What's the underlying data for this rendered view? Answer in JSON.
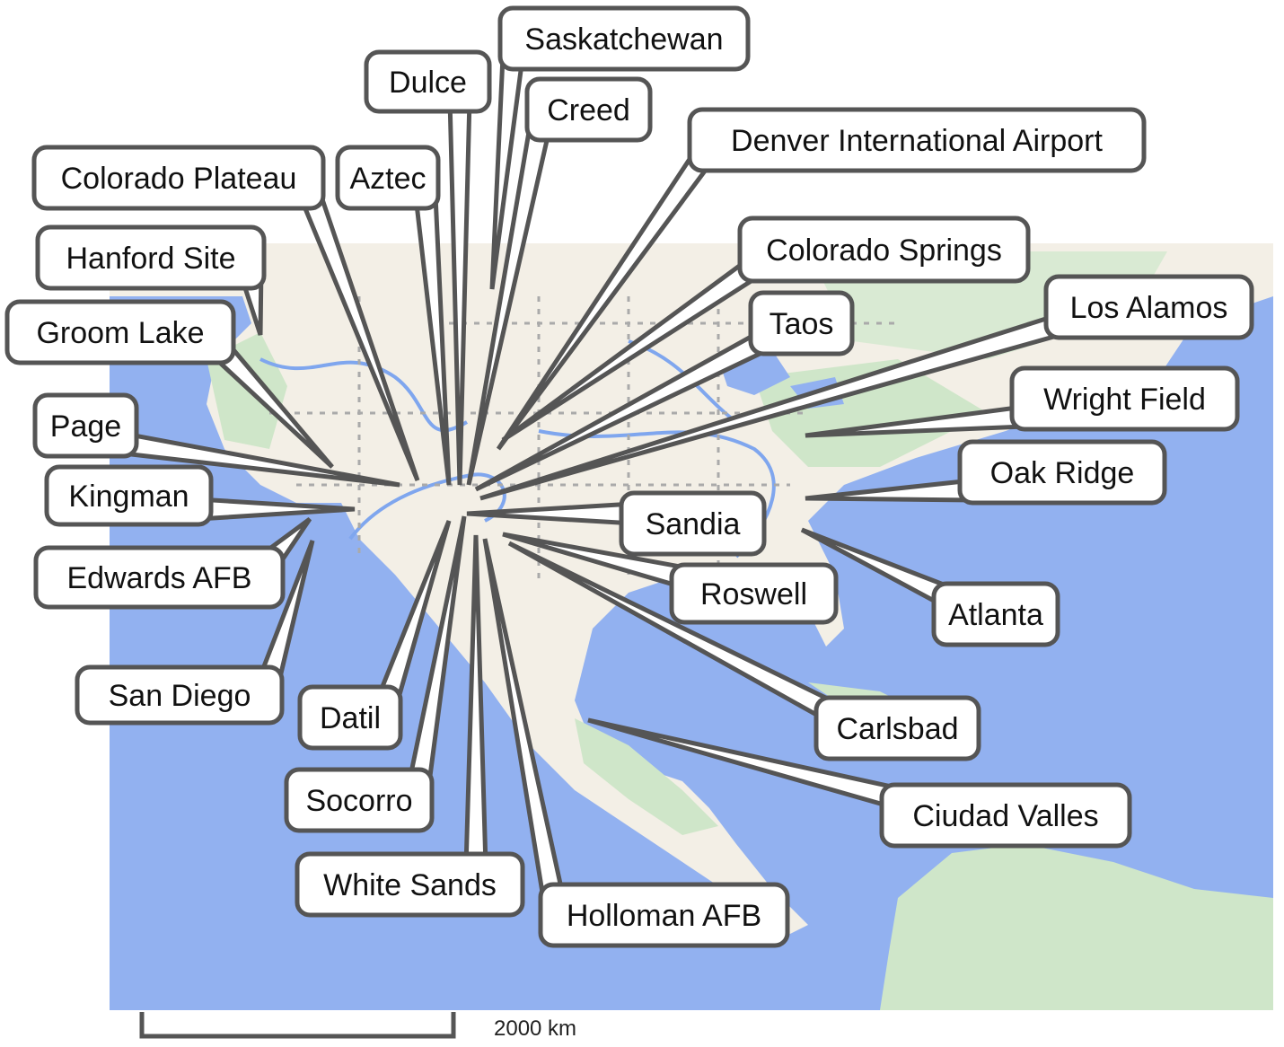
{
  "labels": [
    "Saskatchewan",
    "Dulce",
    "Creed",
    "Denver International Airport",
    "Colorado Plateau",
    "Aztec",
    "Hanford Site",
    "Colorado Springs",
    "Taos",
    "Los Alamos",
    "Groom Lake",
    "Wright Field",
    "Page",
    "Oak Ridge",
    "Kingman",
    "Sandia",
    "Edwards AFB",
    "Roswell",
    "Atlanta",
    "San Diego",
    "Datil",
    "Carlsbad",
    "Socorro",
    "Ciudad Valles",
    "White Sands",
    "Holloman AFB"
  ],
  "scale": {
    "label": "2000 km"
  },
  "colors": {
    "water": "#92b1f0",
    "land": "#f3efe6",
    "green": "#cfe6c9",
    "callout_border": "#555555",
    "river": "#7fa6ee"
  }
}
